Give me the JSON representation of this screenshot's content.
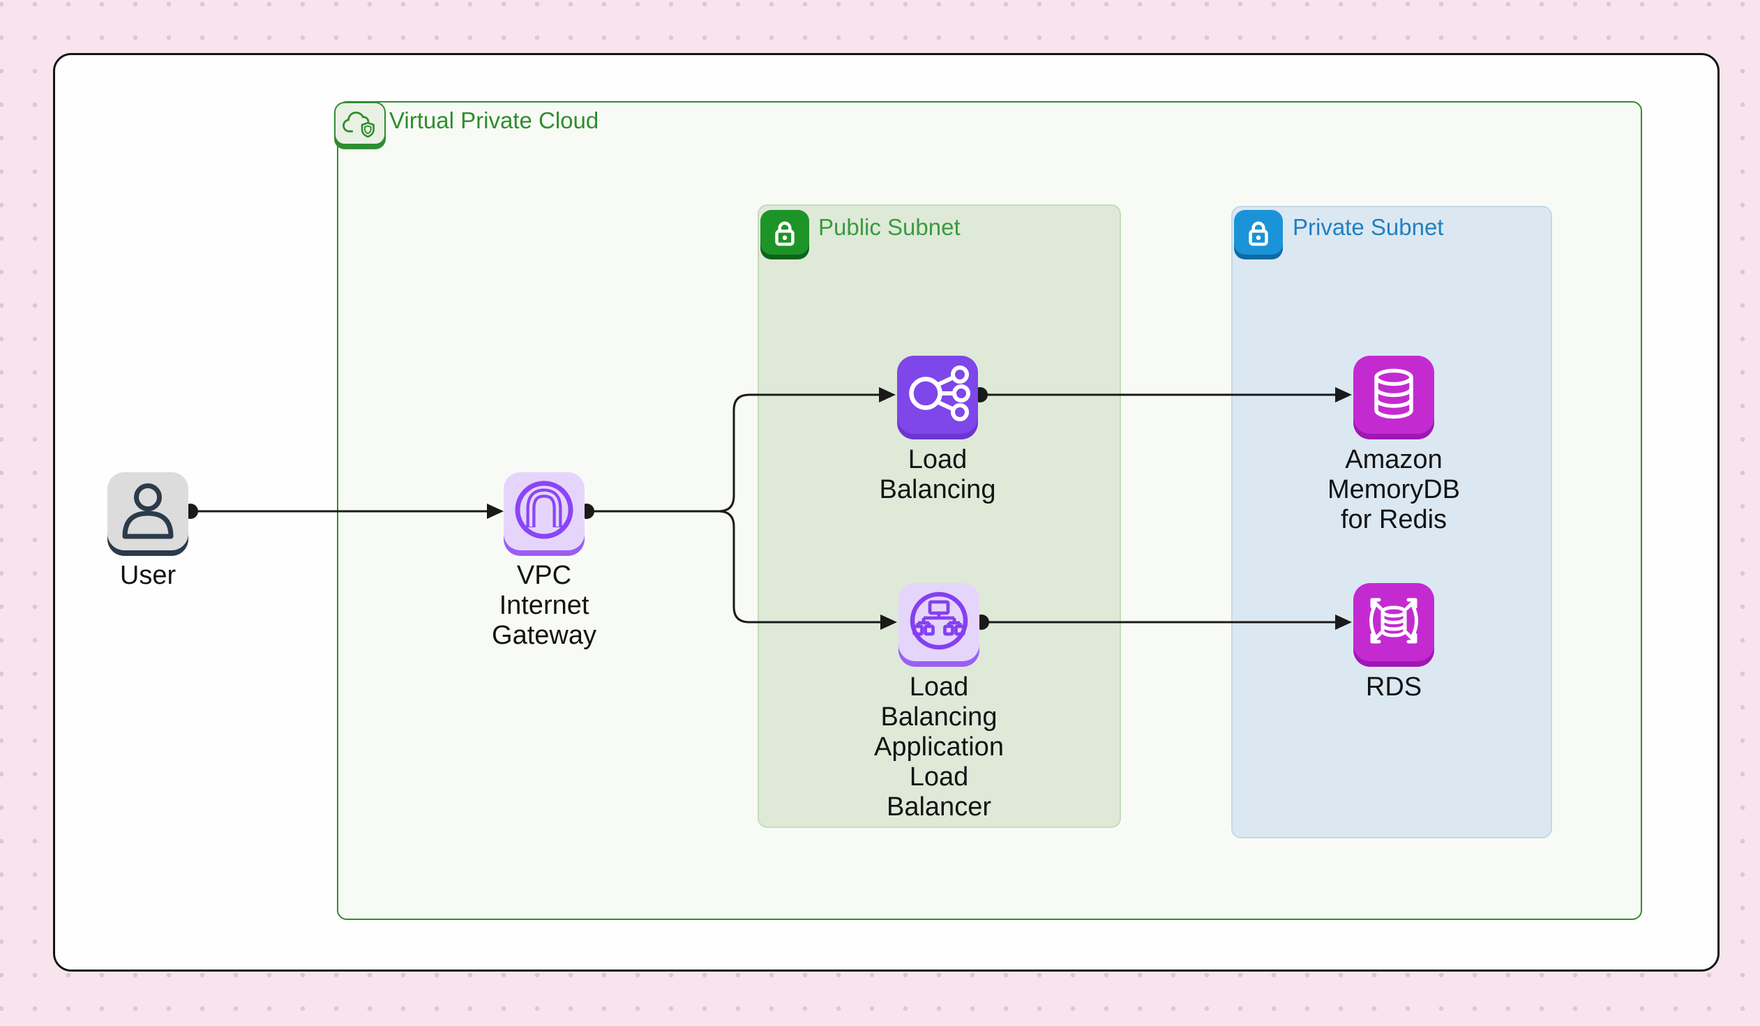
{
  "diagram": {
    "title": null,
    "vpc": {
      "label": "Virtual Private Cloud",
      "icon": "vpc-cloud-shield-icon",
      "accent_color": "#2f8d2f",
      "fill_color": "#f8fbf5"
    },
    "public_subnet": {
      "label": "Public Subnet",
      "icon": "lock-icon",
      "accent_color": "#3a9a40",
      "fill_color": "#dfe9d8",
      "badge_color": "#1d9428"
    },
    "private_subnet": {
      "label": "Private Subnet",
      "icon": "lock-icon",
      "accent_color": "#2180c2",
      "fill_color": "#dbe8f2",
      "badge_color": "#1b93d8"
    },
    "nodes": {
      "user": {
        "label": "User",
        "icon": "user-icon",
        "tile_color": "#dcdcdc",
        "accent_color": "#2b3b4a"
      },
      "internet_gateway": {
        "label": "VPC\nInternet\nGateway",
        "icon": "internet-gateway-icon",
        "tile_color": "#e5d5fb",
        "accent_color": "#8b45f5"
      },
      "load_balancing": {
        "label": "Load\nBalancing",
        "icon": "load-balancing-icon",
        "tile_color": "#7f46ea",
        "accent_color": "#ffffff"
      },
      "app_load_balancer": {
        "label": "Load\nBalancing\nApplication\nLoad\nBalancer",
        "icon": "application-load-balancer-icon",
        "tile_color": "#e5d5fb",
        "accent_color": "#8440f0"
      },
      "memorydb": {
        "label": "Amazon\nMemoryDB\nfor Redis",
        "icon": "memorydb-database-icon",
        "tile_color": "#c32bd1",
        "accent_color": "#ffffff"
      },
      "rds": {
        "label": "RDS",
        "icon": "rds-database-icon",
        "tile_color": "#c32bd1",
        "accent_color": "#ffffff"
      }
    },
    "edges": [
      {
        "from": "user",
        "to": "internet_gateway"
      },
      {
        "from": "internet_gateway",
        "to": "load_balancing"
      },
      {
        "from": "internet_gateway",
        "to": "app_load_balancer"
      },
      {
        "from": "load_balancing",
        "to": "memorydb"
      },
      {
        "from": "app_load_balancer",
        "to": "rds"
      }
    ],
    "edge_color": "#1a1a1a",
    "page_background": "#f8e4ed"
  }
}
